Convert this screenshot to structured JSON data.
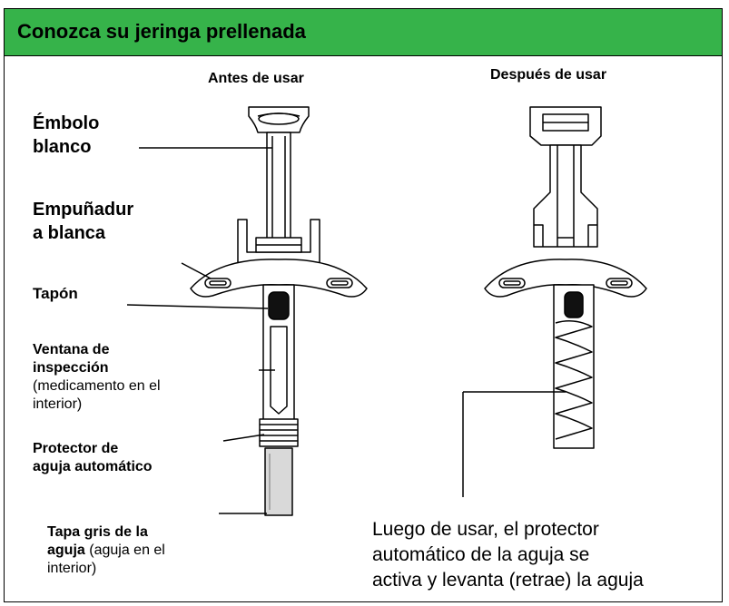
{
  "header": {
    "title": "Conozca su jeringa prellenada"
  },
  "columns": {
    "before": "Antes de usar",
    "after": "Después de usar"
  },
  "labels": {
    "plunger": "Émbolo blanco",
    "grip": "Empuñadura blanca",
    "stopper": "Tapón",
    "window_title": "Ventana de inspección",
    "window_note": "(medicamento en el interior)",
    "guard": "Protector de aguja automático",
    "cap_title": "Tapa gris de la aguja",
    "cap_note": "(aguja en el interior)"
  },
  "after_note": "Luego de usar, el protector automático de la aguja se activa y levanta (retrae) la aguja",
  "colors": {
    "header": "#36b34a",
    "outline": "#000000",
    "cap": "#d9d9d9"
  }
}
